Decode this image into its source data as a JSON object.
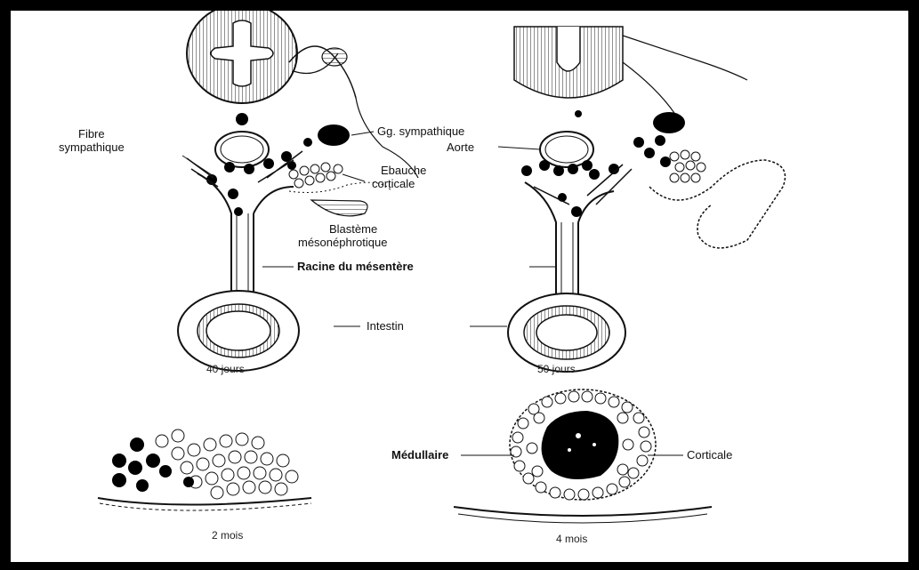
{
  "figure": {
    "labels": {
      "fibre_sympathique_1": "Fibre",
      "fibre_sympathique_2": "sympathique",
      "gg_sympathique": "Gg. sympathique",
      "aorte": "Aorte",
      "ebauche_corticale_1": "Ebauche",
      "ebauche_corticale_2": "corticale",
      "blasteme_1": "Blastème",
      "blasteme_2": "mésonéphrotique",
      "racine_mesentere": "Racine du mésentère",
      "intestin": "Intestin",
      "stage_40_jours": "40 jours",
      "stage_50_jours": "50 jours",
      "stage_2_mois": "2 mois",
      "stage_4_mois": "4 mois",
      "medullaire": "Médullaire",
      "corticale": "Corticale"
    },
    "colors": {
      "border": "#000000",
      "background": "#ffffff",
      "ink": "#111111"
    }
  }
}
